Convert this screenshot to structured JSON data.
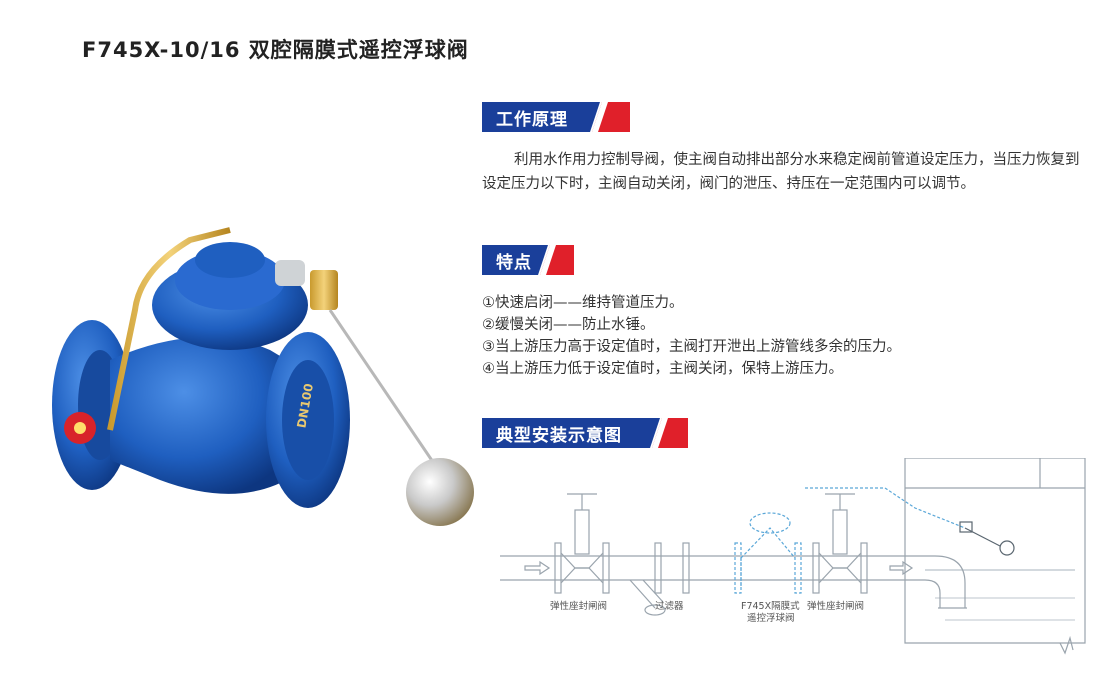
{
  "title": "F745X-10/16 双腔隔膜式遥控浮球阀",
  "product": {
    "flange_label": "DN100",
    "body_text": "DN100"
  },
  "sections": {
    "principle": {
      "header": "工作原理",
      "text": "利用水作用力控制导阀，使主阀自动排出部分水来稳定阀前管道设定压力，当压力恢复到设定压力以下时，主阀自动关闭，阀门的泄压、持压在一定范围内可以调节。"
    },
    "features": {
      "header": "特点",
      "items": [
        "①快速启闭——维持管道压力。",
        "②缓慢关闭——防止水锤。",
        "③当上游压力高于设定值时，主阀打开泄出上游管线多余的压力。",
        "④当上游压力低于设定值时，主阀关闭，保特上游压力。"
      ]
    },
    "diagram": {
      "header": "典型安装示意图",
      "labels": {
        "gate_valve_1": "弹性座封闸阀",
        "strainer": "过滤器",
        "main_valve_line1": "F745X隔膜式",
        "main_valve_line2": "遥控浮球阀",
        "gate_valve_2": "弹性座封闸阀"
      }
    }
  },
  "colors": {
    "header_blue": "#1a3f9a",
    "header_red": "#e0202a",
    "valve_blue": "#1f5fc0",
    "diagram_line": "#9aa4ad",
    "diagram_blue": "#5aa7d8"
  }
}
